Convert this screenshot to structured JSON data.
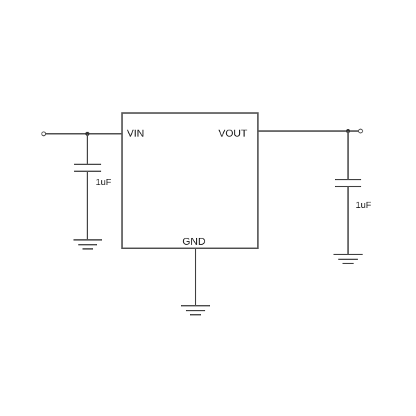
{
  "regulator": {
    "pins": {
      "input": "VIN",
      "output": "VOUT",
      "ground": "GND"
    }
  },
  "input_capacitor": {
    "value": "1uF"
  },
  "output_capacitor": {
    "value": "1uF"
  }
}
